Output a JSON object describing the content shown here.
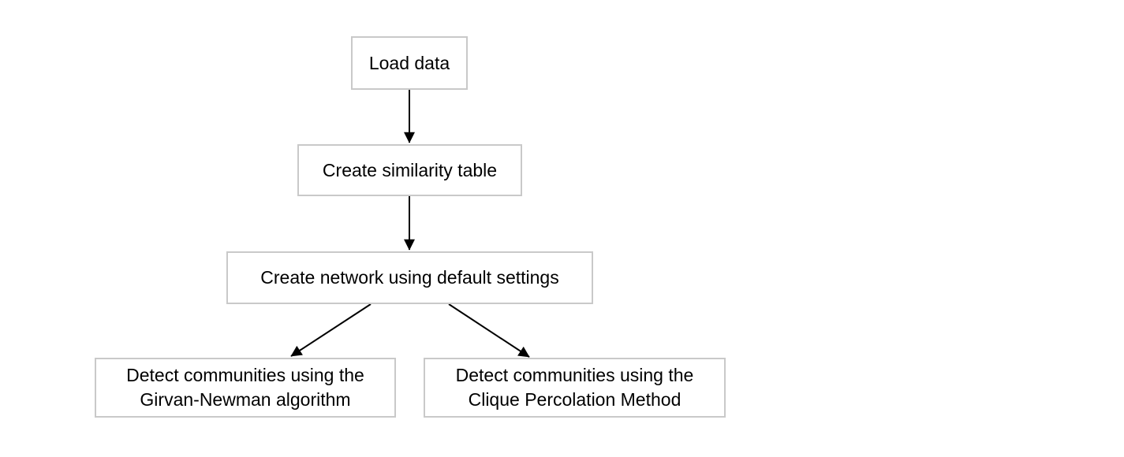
{
  "diagram": {
    "type": "flowchart",
    "nodes": [
      {
        "id": "load-data",
        "label": "Load data"
      },
      {
        "id": "create-similarity-table",
        "label": "Create similarity table"
      },
      {
        "id": "create-network",
        "label": "Create network using default settings"
      },
      {
        "id": "detect-girvan-newman",
        "label": "Detect communities using the\nGirvan-Newman algorithm"
      },
      {
        "id": "detect-clique-percolation",
        "label": "Detect communities using the\nClique Percolation Method"
      }
    ],
    "edges": [
      {
        "from": "load-data",
        "to": "create-similarity-table"
      },
      {
        "from": "create-similarity-table",
        "to": "create-network"
      },
      {
        "from": "create-network",
        "to": "detect-girvan-newman"
      },
      {
        "from": "create-network",
        "to": "detect-clique-percolation"
      }
    ],
    "colors": {
      "background": "#ffffff",
      "node_fill": "#ffffff",
      "node_border": "#c9c9c9",
      "arrow": "#000000",
      "text": "#000000"
    }
  }
}
